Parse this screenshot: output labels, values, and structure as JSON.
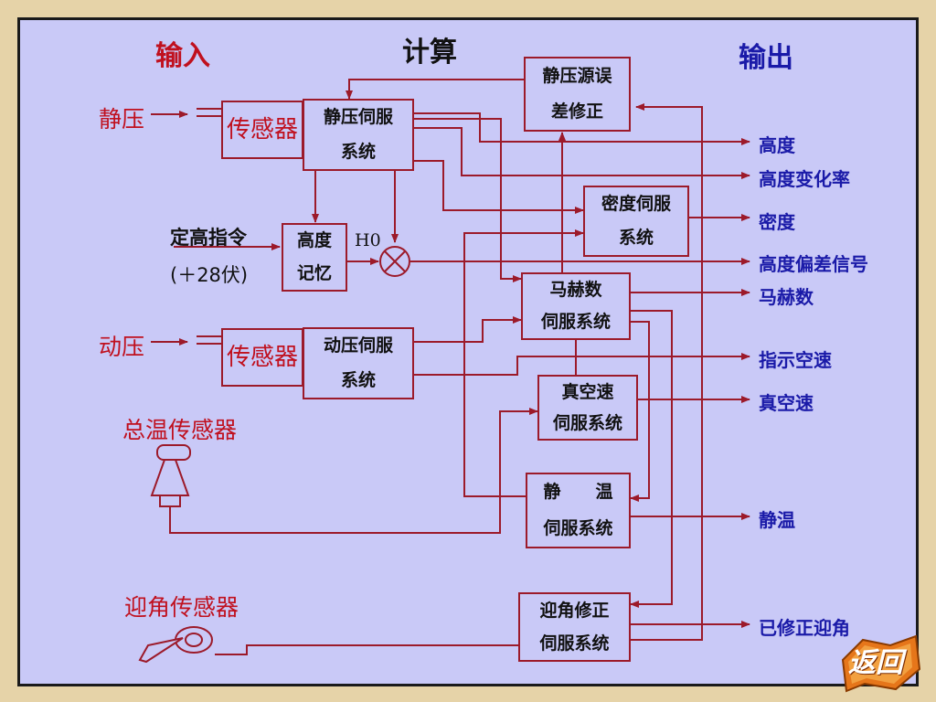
{
  "headers": {
    "input": "输入",
    "compute": "计算",
    "output": "输出"
  },
  "inputs": {
    "static_pressure": "静压",
    "dynamic_pressure": "动压",
    "total_temp_sensor": "总温传感器",
    "aoa_sensor": "迎角传感器",
    "altitude_command": "定高指令",
    "voltage": "(＋28伏)",
    "h0": "H0"
  },
  "blocks": {
    "sensor": "传感器",
    "static_servo": [
      "静压伺服",
      "系统"
    ],
    "source_error": [
      "静压源误",
      "差修正"
    ],
    "altitude_memory": [
      "高度",
      "记忆"
    ],
    "density_servo": [
      "密度伺服",
      "系统"
    ],
    "mach_servo": [
      "马赫数",
      "伺服系统"
    ],
    "dynamic_servo": [
      "动压伺服",
      "系统"
    ],
    "tas_servo": [
      "真空速",
      "伺服系统"
    ],
    "static_temp_servo": [
      "静　　温",
      "伺服系统"
    ],
    "aoa_servo": [
      "迎角修正",
      "伺服系统"
    ]
  },
  "outputs": [
    "高度",
    "高度变化率",
    "密度",
    "高度偏差信号",
    "马赫数",
    "指示空速",
    "真空速",
    "静温",
    "已修正迎角"
  ],
  "return_button": "返回",
  "colors": {
    "background": "#c9c9f7",
    "frame": "#e6d3a8",
    "line": "#9c1a2a",
    "input_text": "#c0101e",
    "output_text": "#1a1aa8"
  }
}
